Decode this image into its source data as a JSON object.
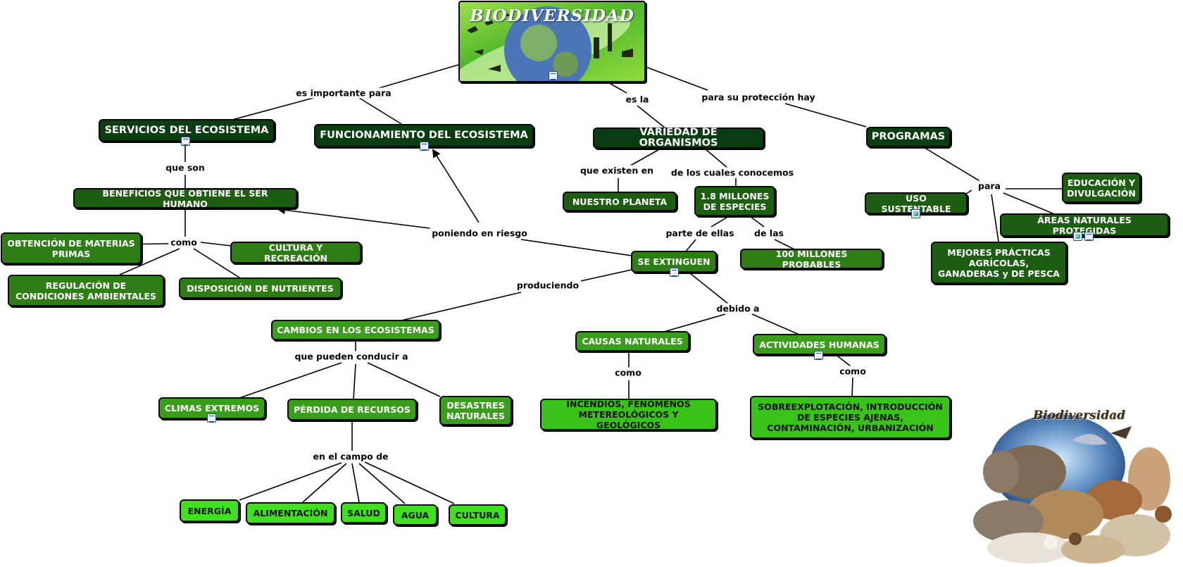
{
  "title": "BIODIVERSIDAD",
  "promo_title": "Biodiversidad",
  "colors": {
    "dark": "#0b3d12",
    "mid": "#1d5e12",
    "green": "#2f7d15",
    "bright": "#3a9e1c",
    "lime": "#39c21a",
    "neon": "#3fe01d"
  },
  "nodes": {
    "servicios": "SERVICIOS DEL ECOSISTEMA",
    "funcionamiento": "FUNCIONAMIENTO DEL ECOSISTEMA",
    "variedad": "VARIEDAD DE ORGANISMOS",
    "programas": "PROGRAMAS",
    "beneficios": "BENEFICIOS QUE OBTIENE EL SER HUMANO",
    "nuestro_planeta": "NUESTRO PLANETA",
    "millones_1_8": "1.8 MILLONES DE ESPECIES",
    "uso_sustentable": "USO SUSTENTABLE",
    "educacion": "EDUCACIÓN Y DIVULGACIÓN",
    "areas": "ÁREAS NATURALES PROTEGIDAS",
    "mejores": "MEJORES PRÁCTICAS AGRÍCOLAS, GANADERAS y DE PESCA",
    "materias": "OBTENCIÓN DE MATERIAS PRIMAS",
    "cultura_recreacion": "CULTURA Y RECREACIÓN",
    "regulacion": "REGULACIÓN DE CONDICIONES AMBIENTALES",
    "nutrientes": "DISPOSICIÓN DE NUTRIENTES",
    "extinguen": "SE EXTINGUEN",
    "millones_100": "100 MILLONES PROBABLES",
    "cambios": "CAMBIOS EN LOS ECOSISTEMAS",
    "causas": "CAUSAS NATURALES",
    "actividades": "ACTIVIDADES HUMANAS",
    "climas": "CLIMAS EXTREMOS",
    "perdida": "PÉRDIDA DE RECURSOS",
    "desastres": "DESASTRES NATURALES",
    "incendios": "INCENDIOS, FENÓMENOS METEREOLÓGICOS Y GEOLÓGICOS",
    "sobreexplotacion": "SOBREEXPLOTACIÓN, INTRODUCCIÓN DE ESPECIES AJENAS, CONTAMINACIÓN, URBANIZACIÓN",
    "energia": "ENERGÍA",
    "alimentacion": "ALIMENTACIÓN",
    "salud": "SALUD",
    "agua": "AGUA",
    "cultura": "CULTURA"
  },
  "links": {
    "es_importante_para": "es importante para",
    "es_la": "es la",
    "para_su_proteccion": "para su protección hay",
    "que_son": "que son",
    "que_existen_en": "que existen en",
    "de_los_cuales": "de los cuales conocemos",
    "para": "para",
    "como_1": "como",
    "poniendo_en_riesgo": "poniendo en riesgo",
    "parte_de_ellas": "parte de ellas",
    "de_las": "de las",
    "produciendo": "produciendo",
    "debido_a": "debido a",
    "que_pueden_conducir_a": "que pueden conducir a",
    "como_2": "como",
    "como_3": "como",
    "en_el_campo_de": "en el campo de"
  }
}
